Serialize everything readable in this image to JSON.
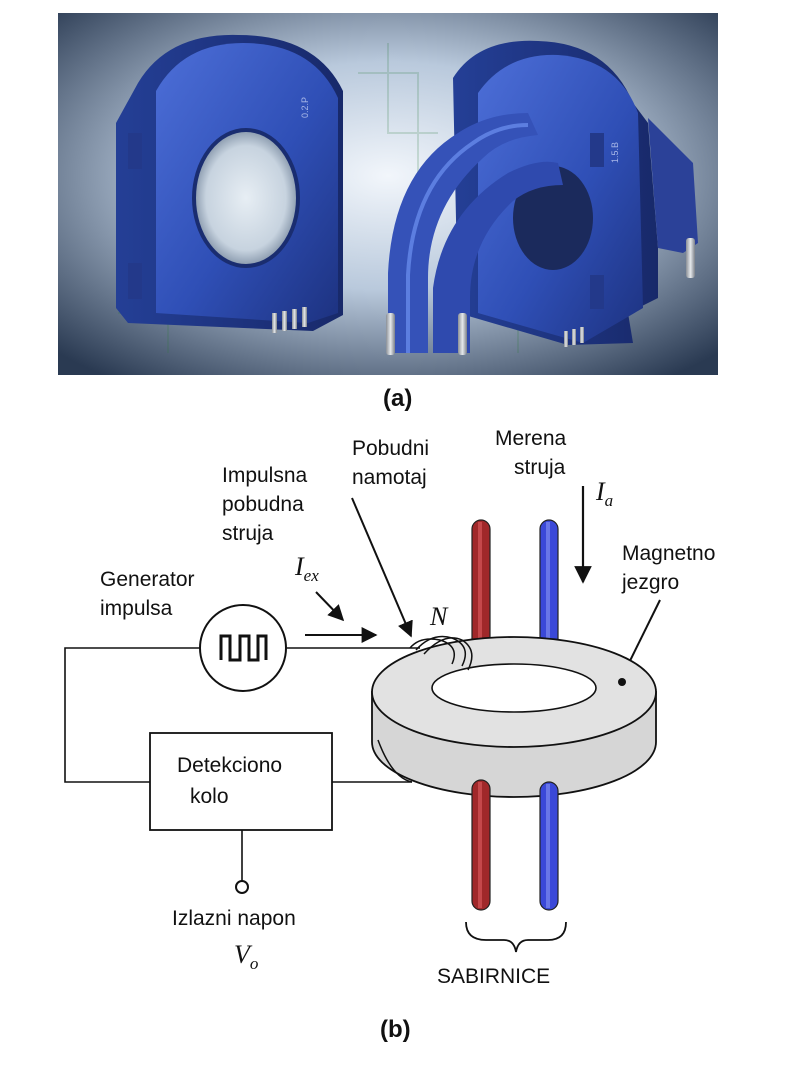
{
  "figure": {
    "caption_a": "(a)",
    "caption_b": "(b)"
  },
  "photo": {
    "left_sensor_marking": "0.2.P",
    "right_sensor_marking": "1.5.B"
  },
  "diagram": {
    "labels": {
      "impulsna": [
        "Impulsna",
        "pobudna",
        "struja"
      ],
      "pobudni": [
        "Pobudni",
        "namotaj"
      ],
      "merena": [
        "Merena",
        "struja"
      ],
      "magnetno": [
        "Magnetno",
        "jezgro"
      ],
      "generator": [
        "Generator",
        "impulsa"
      ],
      "detekciono": [
        "Detekciono",
        "kolo"
      ],
      "izlazni": "Izlazni napon",
      "sabirnice": "SABIRNICE"
    },
    "symbols": {
      "iex_main": "I",
      "iex_sub": "ex",
      "ia_main": "I",
      "ia_sub": "a",
      "n": "N",
      "vo_main": "V",
      "vo_sub": "o"
    },
    "colors": {
      "conductor_red": "#a0282a",
      "conductor_blue": "#3a48d8",
      "core_gray": "#d6d6d6",
      "sensor_blue": "#3552b8"
    }
  }
}
